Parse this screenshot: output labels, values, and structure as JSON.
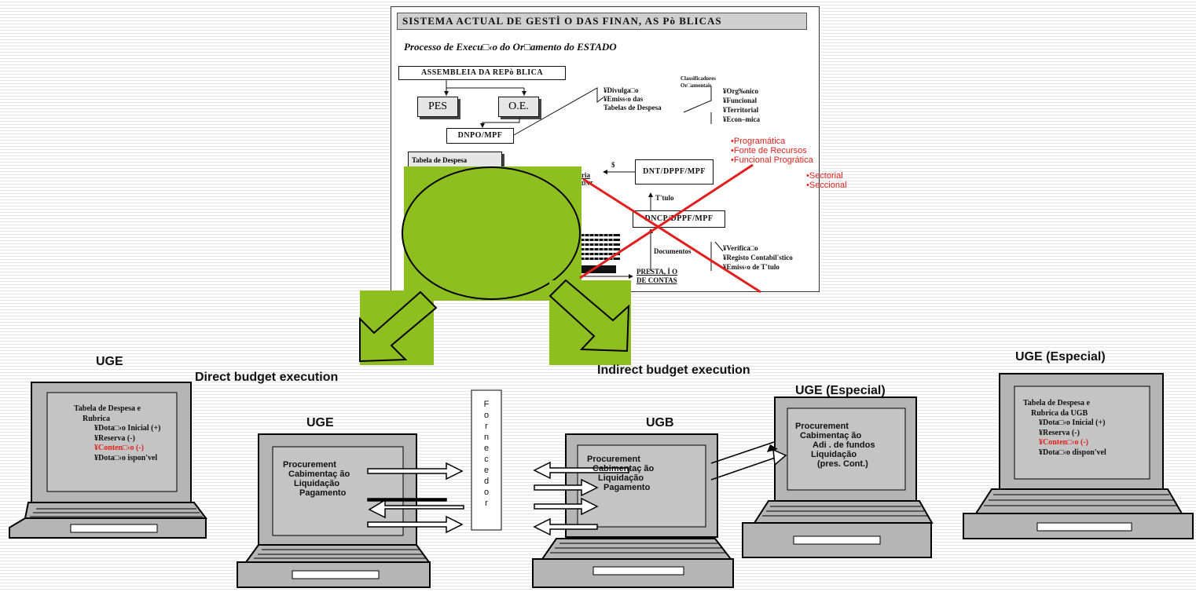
{
  "figure": {
    "title": "SISTEMA ACTUAL DE GESTÌ O DAS FINAN, AS Pò BLICAS",
    "subtitle": "Processo de Execu□‹o do Or□amento do ESTADO",
    "assembleia": "ASSEMBLEIA DA REPò BLICA",
    "pes": "PES",
    "oe": "O.E.",
    "dnpo": "DNPO/MPF",
    "divulga": [
      "¥Divulga□o",
      "¥Emiss‹o das",
      "Tabelas de Despesa"
    ],
    "classificadores": [
      "Classificadores",
      "Or□amentais"
    ],
    "classes": [
      "¥Org‰nico",
      "¥Funcional",
      "¥Territorial",
      "¥Econ–mica"
    ],
    "red_list": [
      "•Programática",
      "•Fonte de Recursos",
      "•Funcional Progrática"
    ],
    "red_sub": [
      "•Sectorial",
      "•Seccional"
    ],
    "tabela": "Tabela de Despesa",
    "dollar": "$",
    "ria": "ria",
    "dnt_small": "DNT",
    "dnt": "DNT/DPPF/MPF",
    "titulo": "T'tulo",
    "dncp": "DNCP/DPPF/MPF",
    "documentos": "Documentos",
    "verifica": [
      "¥Verifica□o",
      "¥Registo Contabil'stico",
      "¥Emiss‹o de T'tulo"
    ],
    "prestacao": [
      "PRESTA, Ì O",
      "DE CONTAS"
    ]
  },
  "labels": {
    "direct": "Direct budget execution",
    "indirect": "Indirect budget execution",
    "uge_left": "UGE",
    "uge_mid": "UGE",
    "ugb": "UGB",
    "uge_especial_mid": "UGE (Especial)",
    "uge_especial_right": "UGE (Especial)"
  },
  "laptop1": {
    "lines": [
      "Tabela de Despesa e",
      "Rubrica",
      "¥Dota□‹o Inicial (+)",
      "¥Reserva (-)",
      "¥Conten□‹o (-)",
      "¥Dota□‹o ispon'vel"
    ]
  },
  "laptop2": {
    "lines": [
      "Procurement",
      "Cabimentaç ão",
      "Liquidação",
      "Pagamento"
    ]
  },
  "fornecedor": [
    "F",
    "o",
    "r",
    "n",
    "e",
    "c",
    "e",
    "d",
    "o",
    "r"
  ],
  "laptop3": {
    "lines": [
      "Procurement",
      "Cabimentaç ão",
      "Liquidação",
      "Pagamento"
    ]
  },
  "laptop4": {
    "lines": [
      "Procurement",
      "Cabimentaç ão",
      "Adi . de fundos",
      "Liquidação",
      "(pres. Cont.)"
    ]
  },
  "laptop5": {
    "lines": [
      "Tabela de Despesa e",
      "Rubrica da UGB",
      "¥Dota□‹o Inicial (+)",
      "¥Reserva (-)",
      "¥Conten□‹o (-)",
      "¥Dota□‹o dispon'vel"
    ]
  },
  "colors": {
    "accent_green": "#8cbf1f",
    "red_text": "#e0201c",
    "laptop_gray": "#b5b5b5"
  }
}
